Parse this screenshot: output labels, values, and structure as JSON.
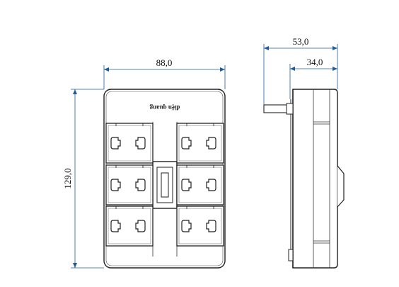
{
  "dimensions": {
    "front_width": "88,0",
    "front_height": "129,0",
    "side_total_depth": "53,0",
    "side_body_depth": "34,0"
  },
  "front_view": {
    "brand_logo": "điện quang",
    "socket_count": 6,
    "switch_count": 1
  },
  "colors": {
    "outline": "#222222",
    "dimension_line": "#1f5c99"
  }
}
